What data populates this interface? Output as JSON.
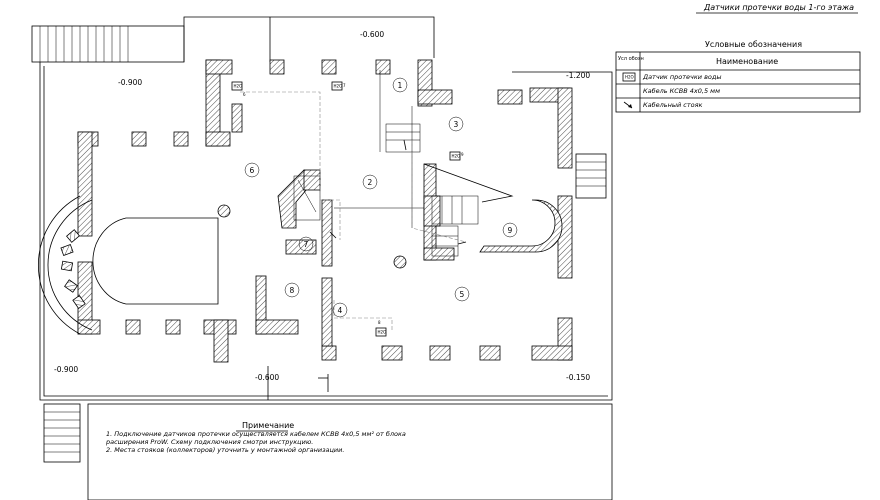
{
  "sheet_title": "Датчики протечки воды 1-го этажа",
  "levels": {
    "top": "-0.600",
    "top_left": "-0.900",
    "top_right": "-1.200",
    "bottom_left": "-0.900",
    "bottom_mid": "-0.600",
    "bottom_right": "-0.150"
  },
  "rooms": [
    "1",
    "2",
    "3",
    "4",
    "5",
    "6",
    "7",
    "8",
    "9"
  ],
  "sensor_tag": "H2O",
  "sensor_numbers": {
    "s6": "6",
    "s7": "7",
    "s8": "8",
    "s9": "9"
  },
  "legend": {
    "title": "Условные обозначения",
    "col_symbol": "Усл обозн",
    "col_name": "Наименование",
    "rows": [
      {
        "symbol": "H2O",
        "name": "Датчик протечки воды"
      },
      {
        "symbol": "",
        "name": "Кабель КСВВ 4х0,5 мм"
      },
      {
        "symbol": "arrow",
        "name": "Кабельный стояк"
      }
    ]
  },
  "notes": {
    "title": "Примечание",
    "lines": [
      "1. Подключение датчиков протечки осуществляется кабелем КСВВ 4х0,5 мм² от блока",
      "расширения ProW. Схему подключения смотри инструкцию.",
      "2. Места стояков (коллекторов) уточнить у монтажной организации."
    ]
  }
}
